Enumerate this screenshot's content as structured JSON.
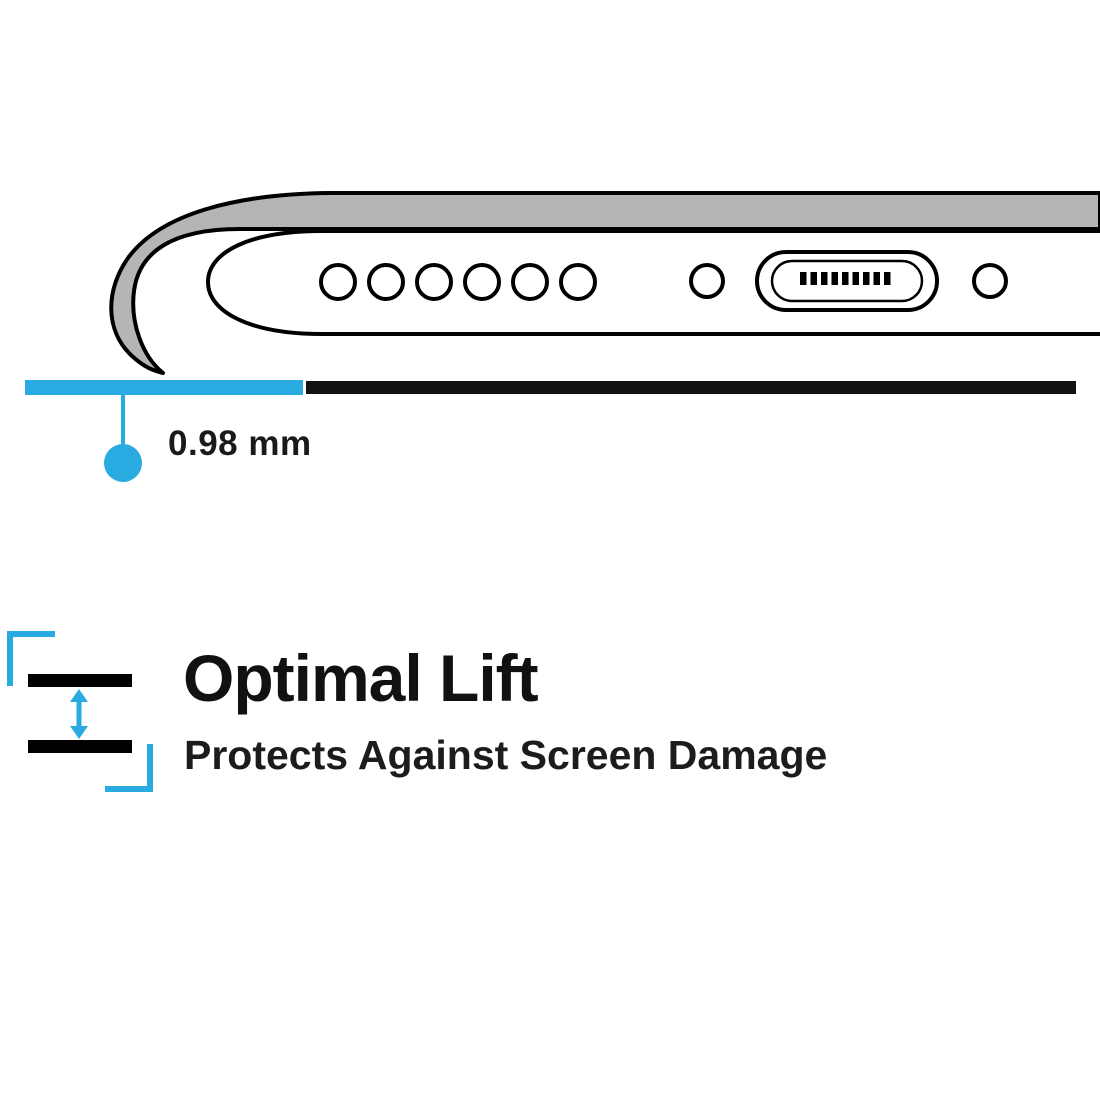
{
  "measurement": {
    "label": "0.98 mm"
  },
  "feature": {
    "title": "Optimal Lift",
    "subtitle": "Protects Against Screen Damage"
  },
  "icons": {
    "lift_icon": "lift-clearance-icon",
    "illustration": "phone-bottom-edge-in-case"
  },
  "colors": {
    "accent": "#29abe2",
    "case-gray": "#b5b5b5",
    "ink": "#000000",
    "surface": "#111111"
  }
}
